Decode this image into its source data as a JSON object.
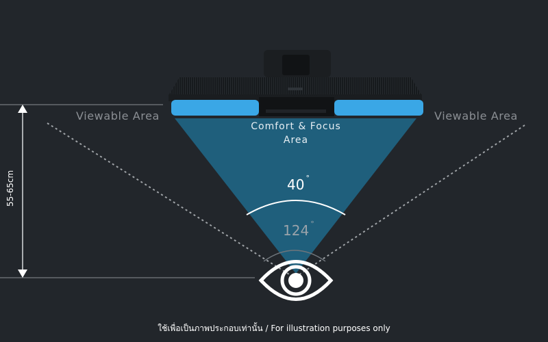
{
  "labels": {
    "viewable_area_left": "Viewable Area",
    "viewable_area_right": "Viewable Area",
    "comfort_focus_line1": "Comfort & Focus",
    "comfort_focus_line2": "Area",
    "angle_inner": "40",
    "angle_outer": "124",
    "degree_symbol": "°",
    "distance": "55-65cm",
    "disclaimer": "ใช้เพื่อเป็นภาพประกอบเท่านั้น / For illustration purposes only"
  },
  "icons": {
    "monitor": "monitor-top-view-icon",
    "eye": "eye-icon"
  },
  "colors": {
    "background": "#22262b",
    "light_bar": "#3aa7e6",
    "focus_cone": "#1f5f7c",
    "viewable_label": "#8b8f94",
    "lines": "#8a8e93"
  }
}
